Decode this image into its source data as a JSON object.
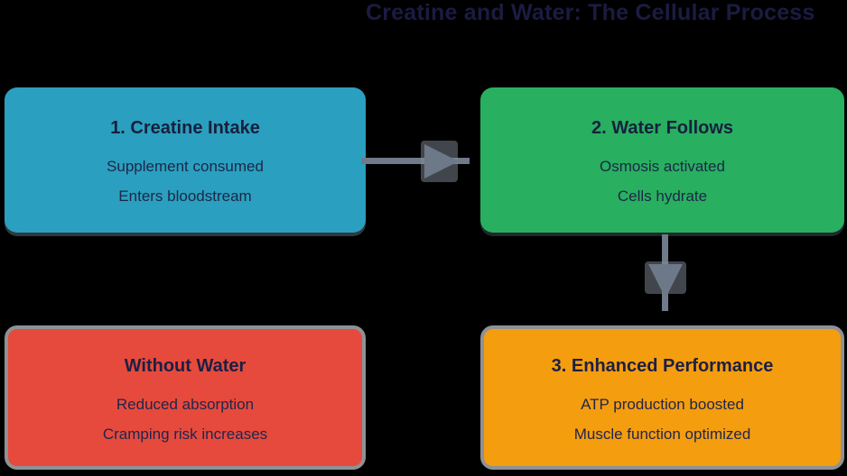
{
  "title": {
    "text": "Creatine and Water: The Cellular Process"
  },
  "boxes": [
    {
      "id": "creatine-intake",
      "heading": "1. Creatine Intake",
      "lines": [
        "Supplement consumed",
        "Enters bloodstream"
      ],
      "fill": "#2b9fbf"
    },
    {
      "id": "water-follows",
      "heading": "2. Water Follows",
      "lines": [
        "Osmosis activated",
        "Cells hydrate"
      ],
      "fill": "#28af60"
    },
    {
      "id": "without-water",
      "heading": "Without Water",
      "lines": [
        "Reduced absorption",
        "Cramping risk increases"
      ],
      "fill": "#e64a3c"
    },
    {
      "id": "enhanced-performance",
      "heading": "3. Enhanced Performance",
      "lines": [
        "ATP production boosted",
        "Muscle function optimized"
      ],
      "fill": "#f49d0f"
    }
  ],
  "arrows": [
    {
      "id": "creatine-to-water",
      "direction": "right",
      "color": "#6f7a8a"
    },
    {
      "id": "water-to-enhanced",
      "direction": "down",
      "color": "#6f7a8a"
    }
  ],
  "colors": {
    "background": "#000000",
    "title_text": "#1b1b42",
    "box_text": "#1c2747",
    "box_border_grey": "#8e9296",
    "arrow_grey": "#6f7a8a"
  }
}
